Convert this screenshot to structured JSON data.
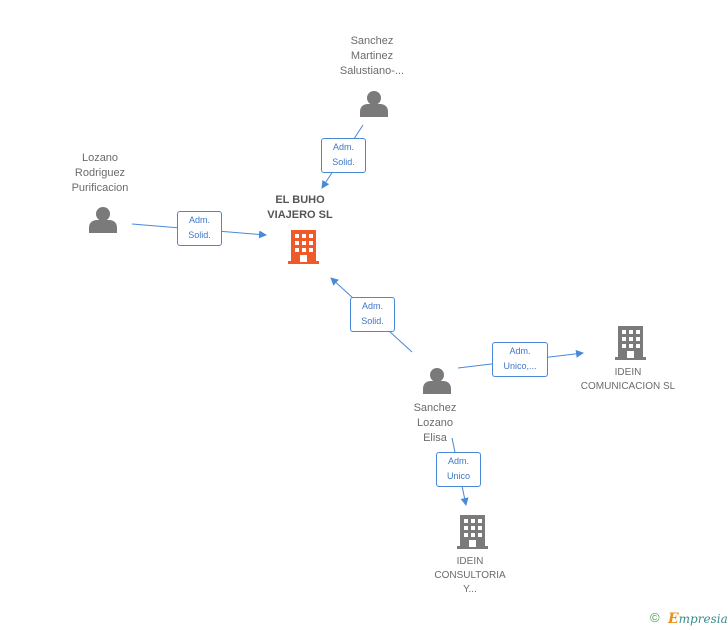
{
  "nodes": {
    "sanchez_martinez": {
      "label": "Sanchez\nMartinez\nSalustiano-..."
    },
    "lozano_rodriguez": {
      "label": "Lozano\nRodriguez\nPurificacion"
    },
    "el_buho": {
      "label": "EL BUHO\nVIAJERO SL"
    },
    "sanchez_lozano": {
      "label": "Sanchez\nLozano\nElisa"
    },
    "idein_comunicacion": {
      "label": "IDEIN\nCOMUNICACION SL"
    },
    "idein_consultoria": {
      "label": "IDEIN\nCONSULTORIA\nY..."
    }
  },
  "edges": {
    "martinez_to_buho": "Adm.\nSolid.",
    "lozano_to_buho": "Adm.\nSolid.",
    "elisa_to_buho": "Adm.\nSolid.",
    "elisa_to_comunicacion": "Adm.\nUnico,...",
    "elisa_to_consultoria": "Adm.\nUnico"
  },
  "footer": {
    "copyright_symbol": "©",
    "brand_initial": "E",
    "brand_rest": "mpresia"
  },
  "colors": {
    "person_icon": "#7a7a7a",
    "company_icon": "#7a7a7a",
    "main_company_icon": "#f05a28",
    "edge": "#4a88d8"
  }
}
